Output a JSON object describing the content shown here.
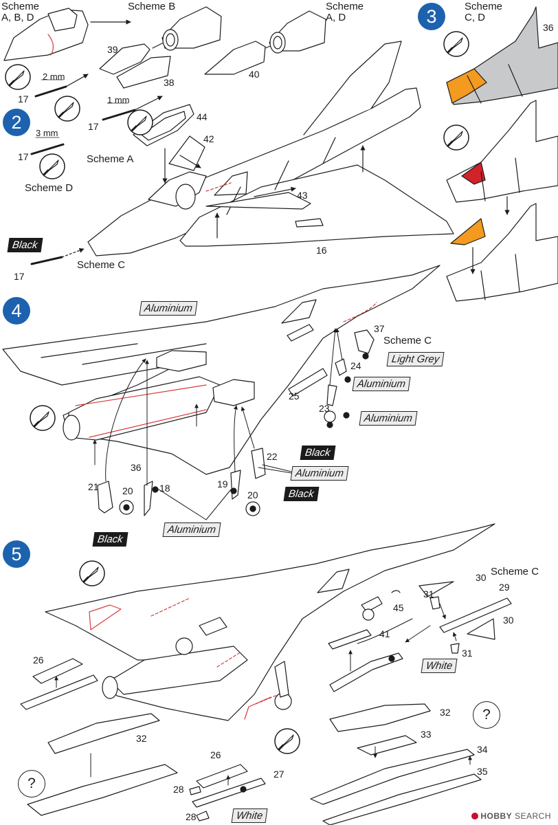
{
  "colors": {
    "step_badge": "#1d62ae",
    "orange_paint": "#f39a1f",
    "red_paint": "#d1232a",
    "grey_paint": "#c7c9cb",
    "red_guide": "#d93a3a"
  },
  "icons": [
    "hobby-knife-icon",
    "question-mark-icon"
  ],
  "steps": [
    {
      "number": "2"
    },
    {
      "number": "3"
    },
    {
      "number": "4"
    },
    {
      "number": "5"
    }
  ],
  "schemes": {
    "abd": "Scheme\nA, B, D",
    "b": "Scheme B",
    "ad": "Scheme\nA, D",
    "cd": "Scheme\nC, D",
    "a": "Scheme A",
    "d": "Scheme D",
    "c_step2": "Scheme C",
    "c_step4": "Scheme C",
    "c_step5": "Scheme C"
  },
  "measurements": {
    "m2": "2 mm",
    "m1": "1 mm",
    "m3": "3 mm"
  },
  "colour_tags": {
    "black_2": "Black",
    "aluminium_4a": "Aluminium",
    "light_grey_4": "Light Grey",
    "aluminium_4b": "Aluminium",
    "aluminium_4c": "Aluminium",
    "black_4a": "Black",
    "aluminium_4d": "Aluminium",
    "black_4b": "Black",
    "aluminium_4e": "Aluminium",
    "black_4c": "Black",
    "white_5a": "White",
    "white_5b": "White"
  },
  "part_numbers": {
    "p17_a": "17",
    "p17_b": "17",
    "p17_c": "17",
    "p17_d": "17",
    "p39": "39",
    "p38": "38",
    "p40": "40",
    "p44": "44",
    "p42": "42",
    "p43": "43",
    "p16": "16",
    "p36_s3": "36",
    "p37": "37",
    "p24": "24",
    "p25": "25",
    "p23": "23",
    "p22": "22",
    "p36_s4": "36",
    "p21": "21",
    "p20_a": "20",
    "p18": "18",
    "p19": "19",
    "p20_b": "20",
    "p30_a": "30",
    "p29": "29",
    "p31_a": "31",
    "p30_b": "30",
    "p31_b": "31",
    "p45": "45",
    "p41": "41",
    "p26_a": "26",
    "p32_a": "32",
    "p32_b": "32",
    "p33": "33",
    "p34": "34",
    "p35": "35",
    "p26_b": "26",
    "p27": "27",
    "p28_a": "28",
    "p28_b": "28"
  },
  "unknown_marks": [
    "?",
    "?"
  ],
  "watermark": {
    "brand": "HOBBY",
    "rest": " SEARCH"
  }
}
